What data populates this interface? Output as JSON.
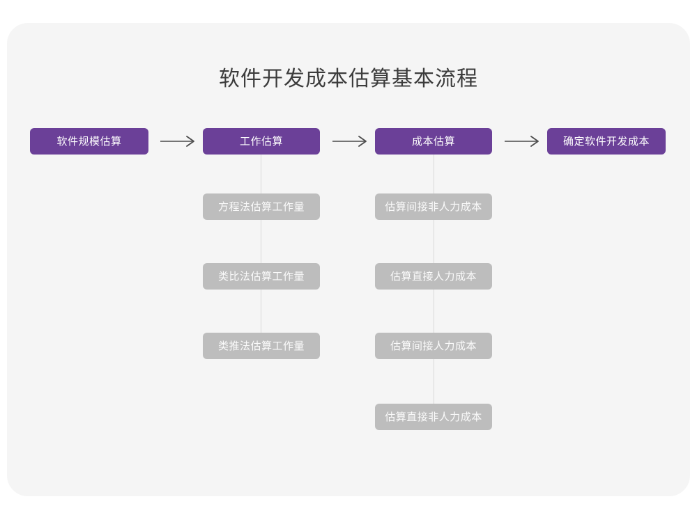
{
  "page": {
    "title": "软件开发成本估算基本流程",
    "card_color": "#f5f5f5",
    "background_color": "#ffffff",
    "primary_color": "#6b4098",
    "secondary_color": "#bdbdbd",
    "connector_color": "#d8d8d8",
    "arrow_color": "#4a4a4a"
  },
  "flow": {
    "main_steps": [
      {
        "label": "软件规模估算"
      },
      {
        "label": "工作估算"
      },
      {
        "label": "成本估算"
      },
      {
        "label": "确定软件开发成本"
      }
    ],
    "arrows": [
      {
        "name": "arrow-1",
        "glyph": "→"
      },
      {
        "name": "arrow-2",
        "glyph": "→"
      },
      {
        "name": "arrow-3",
        "glyph": "→"
      }
    ],
    "work_estimation_children": [
      {
        "label": "方程法估算工作量"
      },
      {
        "label": "类比法估算工作量"
      },
      {
        "label": "类推法估算工作量"
      }
    ],
    "cost_estimation_children": [
      {
        "label": "估算间接非人力成本"
      },
      {
        "label": "估算直接人力成本"
      },
      {
        "label": "估算间接人力成本"
      },
      {
        "label": "估算直接非人力成本"
      }
    ]
  }
}
